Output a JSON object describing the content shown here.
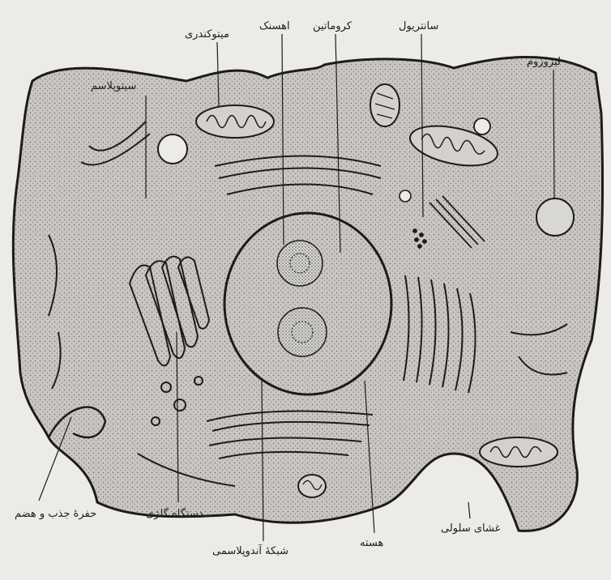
{
  "labels": {
    "mitochondria": "میتوکندری",
    "nucleolus": "ﺍهسنک",
    "chromatin": "کروماتین",
    "centriole": "سانتریول",
    "lysosome": "لیزوزوم",
    "cytoplasm": "سیتوپلاسم",
    "phagocytic_pit": "حفرهٔ جذب و هضم",
    "golgi": "دستگاه گلژی",
    "er": "شبکهٔ آندوپلاسمی",
    "nucleus": "هسته",
    "cell_membrane": "غشای سلولی"
  },
  "colors": {
    "paper": "#ecebe8",
    "cell_fill": "#c9c6c1",
    "ink": "#1c1c1c"
  }
}
